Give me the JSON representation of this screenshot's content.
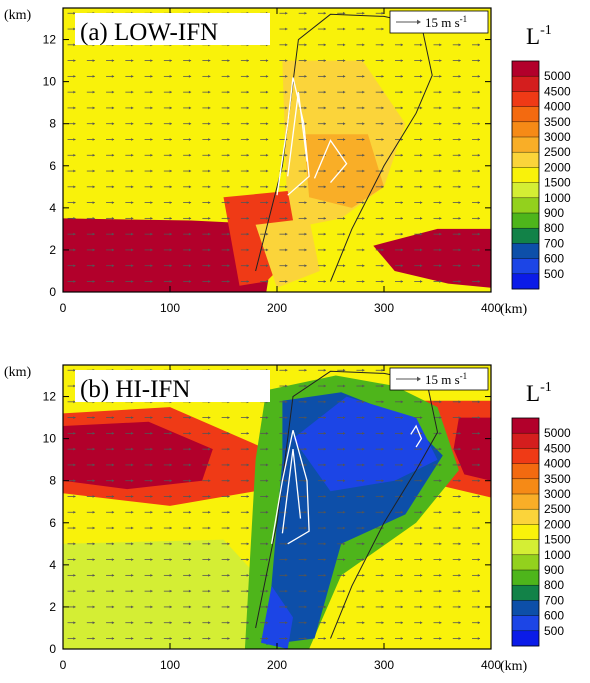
{
  "chart_data": [
    {
      "type": "heatmap",
      "panel_label": "(a) LOW-IFN",
      "scale_label": "15 m s",
      "scale_sup": "-1",
      "x_unit": "(km)",
      "y_unit": "(km)",
      "xlim": [
        0,
        400
      ],
      "ylim": [
        0,
        13.5
      ],
      "x_ticks": [
        "0",
        "100",
        "200",
        "300",
        "400"
      ],
      "y_ticks": [
        "0",
        "2",
        "4",
        "6",
        "8",
        "10",
        "12"
      ],
      "background_level": 1500,
      "regions": [
        {
          "level": 1700,
          "points": [
            [
              175,
              12.8
            ],
            [
              305,
              12.8
            ],
            [
              330,
              7.5
            ],
            [
              300,
              3.5
            ],
            [
              250,
              1.5
            ],
            [
              190,
              2.5
            ],
            [
              180,
              7
            ]
          ]
        },
        {
          "level": 2200,
          "points": [
            [
              205,
              11
            ],
            [
              280,
              11
            ],
            [
              320,
              8
            ],
            [
              300,
              5
            ],
            [
              260,
              3.5
            ],
            [
              210,
              3
            ]
          ]
        },
        {
          "level": 2700,
          "points": [
            [
              225,
              7.5
            ],
            [
              285,
              7.5
            ],
            [
              300,
              5
            ],
            [
              270,
              4
            ],
            [
              230,
              4.5
            ]
          ]
        },
        {
          "level": 5000,
          "points": [
            [
              0,
              3.5
            ],
            [
              120,
              3.4
            ],
            [
              200,
              3.2
            ],
            [
              190,
              0
            ],
            [
              0,
              0
            ]
          ]
        },
        {
          "level": 4000,
          "points": [
            [
              150,
              4.5
            ],
            [
              210,
              4.8
            ],
            [
              220,
              2
            ],
            [
              190,
              0.5
            ],
            [
              165,
              0.3
            ]
          ]
        },
        {
          "level": 5000,
          "points": [
            [
              290,
              2.2
            ],
            [
              350,
              3.0
            ],
            [
              400,
              3.0
            ],
            [
              400,
              0.2
            ],
            [
              360,
              0.4
            ],
            [
              310,
              1.0
            ]
          ]
        },
        {
          "level": 2200,
          "points": [
            [
              180,
              3.2
            ],
            [
              230,
              3.5
            ],
            [
              240,
              1
            ],
            [
              200,
              0.2
            ]
          ]
        }
      ],
      "contour_black": [
        [
          180,
          1
        ],
        [
          205,
          6
        ],
        [
          220,
          12
        ],
        [
          250,
          13.2
        ],
        [
          300,
          13.1
        ],
        [
          335,
          12.7
        ],
        [
          345,
          10.3
        ],
        [
          330,
          8.5
        ],
        [
          300,
          6
        ],
        [
          270,
          3
        ],
        [
          250,
          0.5
        ]
      ],
      "contours_white": [
        [
          [
            200,
            4.6
          ],
          [
            210,
            8
          ],
          [
            215,
            10.2
          ],
          [
            225,
            8
          ],
          [
            230,
            5.5
          ],
          [
            210,
            4.6
          ]
        ],
        [
          [
            210,
            5.5
          ],
          [
            220,
            9.5
          ],
          [
            228,
            6.2
          ]
        ],
        [
          [
            235,
            5.4
          ],
          [
            250,
            7.2
          ],
          [
            265,
            6.1
          ],
          [
            250,
            5.2
          ]
        ]
      ],
      "colorbar": {
        "title": "L",
        "title_sup": "-1",
        "levels": [
          "5000",
          "4500",
          "4000",
          "3500",
          "3000",
          "2500",
          "2000",
          "1500",
          "1000",
          "900",
          "800",
          "700",
          "600",
          "500"
        ],
        "colors": [
          "#b2002b",
          "#d41e1e",
          "#ef3a16",
          "#f36a10",
          "#f68a16",
          "#f9ae27",
          "#fbd43a",
          "#f9f20a",
          "#d4ee34",
          "#93d11d",
          "#4eb51b",
          "#128248",
          "#0d4fa9",
          "#1c45e6",
          "#0b1be8"
        ]
      }
    },
    {
      "type": "heatmap",
      "panel_label": "(b) HI-IFN",
      "scale_label": "15 m s",
      "scale_sup": "-1",
      "x_unit": "(km)",
      "y_unit": "(km)",
      "xlim": [
        0,
        400
      ],
      "ylim": [
        0,
        13.5
      ],
      "x_ticks": [
        "0",
        "100",
        "200",
        "300",
        "400"
      ],
      "y_ticks": [
        "0",
        "2",
        "4",
        "6",
        "8",
        "10",
        "12"
      ],
      "background_level": 1500,
      "regions": [
        {
          "level": 1200,
          "points": [
            [
              0,
              5.0
            ],
            [
              150,
              5.2
            ],
            [
              190,
              3
            ],
            [
              180,
              0
            ],
            [
              0,
              0
            ]
          ]
        },
        {
          "level": 4000,
          "points": [
            [
              0,
              11.2
            ],
            [
              100,
              11.5
            ],
            [
              190,
              9.5
            ],
            [
              180,
              7.5
            ],
            [
              100,
              6.8
            ],
            [
              0,
              7.4
            ]
          ]
        },
        {
          "level": 5000,
          "points": [
            [
              0,
              10.6
            ],
            [
              80,
              10.8
            ],
            [
              140,
              9.5
            ],
            [
              130,
              8.0
            ],
            [
              60,
              7.6
            ],
            [
              0,
              8.0
            ]
          ]
        },
        {
          "level": 4000,
          "points": [
            [
              335,
              11.8
            ],
            [
              400,
              11.8
            ],
            [
              400,
              7.2
            ],
            [
              350,
              7.8
            ],
            [
              330,
              9
            ]
          ]
        },
        {
          "level": 5000,
          "points": [
            [
              370,
              11.0
            ],
            [
              400,
              11.0
            ],
            [
              400,
              8.0
            ],
            [
              375,
              8.3
            ],
            [
              365,
              9.5
            ]
          ]
        },
        {
          "level": 800,
          "points": [
            [
              170,
              0
            ],
            [
              180,
              9
            ],
            [
              190,
              12.3
            ],
            [
              255,
              13.0
            ],
            [
              310,
              12.5
            ],
            [
              350,
              11.5
            ],
            [
              370,
              8.5
            ],
            [
              330,
              6.0
            ],
            [
              260,
              3.5
            ],
            [
              230,
              0
            ]
          ]
        },
        {
          "level": 600,
          "points": [
            [
              190,
              0.2
            ],
            [
              205,
              9
            ],
            [
              205,
              11.8
            ],
            [
              260,
              12.2
            ],
            [
              320,
              11.0
            ],
            [
              355,
              9.2
            ],
            [
              320,
              6.4
            ],
            [
              260,
              5.0
            ],
            [
              235,
              0.5
            ]
          ]
        },
        {
          "level": 500,
          "points": [
            [
              215,
              10
            ],
            [
              265,
              12.0
            ],
            [
              330,
              11.0
            ],
            [
              350,
              9.0
            ],
            [
              310,
              8.0
            ],
            [
              250,
              7.5
            ]
          ]
        },
        {
          "level": 500,
          "points": [
            [
              185,
              0.3
            ],
            [
              195,
              3
            ],
            [
              215,
              1.5
            ],
            [
              210,
              0
            ]
          ]
        }
      ],
      "contour_black": [
        [
          180,
          1
        ],
        [
          200,
          6
        ],
        [
          215,
          12
        ],
        [
          250,
          13.2
        ],
        [
          300,
          13.1
        ],
        [
          340,
          12.7
        ],
        [
          350,
          10.3
        ],
        [
          330,
          8.5
        ],
        [
          300,
          6
        ],
        [
          270,
          3
        ],
        [
          250,
          0.5
        ]
      ],
      "contours_white": [
        [
          [
            195,
            5.0
          ],
          [
            205,
            8.0
          ],
          [
            215,
            10.4
          ],
          [
            228,
            8
          ],
          [
            230,
            5.6
          ],
          [
            210,
            5.0
          ]
        ],
        [
          [
            205,
            5.5
          ],
          [
            215,
            9.5
          ],
          [
            222,
            6.2
          ]
        ],
        [
          [
            325,
            10.2
          ],
          [
            330,
            10.6
          ],
          [
            335,
            10.0
          ],
          [
            330,
            9.6
          ]
        ]
      ],
      "colorbar": {
        "title": "L",
        "title_sup": "-1",
        "levels": [
          "5000",
          "4500",
          "4000",
          "3500",
          "3000",
          "2500",
          "2000",
          "1500",
          "1000",
          "900",
          "800",
          "700",
          "600",
          "500"
        ],
        "colors": [
          "#b2002b",
          "#d41e1e",
          "#ef3a16",
          "#f36a10",
          "#f68a16",
          "#f9ae27",
          "#fbd43a",
          "#f9f20a",
          "#d4ee34",
          "#93d11d",
          "#4eb51b",
          "#128248",
          "#0d4fa9",
          "#1c45e6",
          "#0b1be8"
        ]
      }
    }
  ]
}
